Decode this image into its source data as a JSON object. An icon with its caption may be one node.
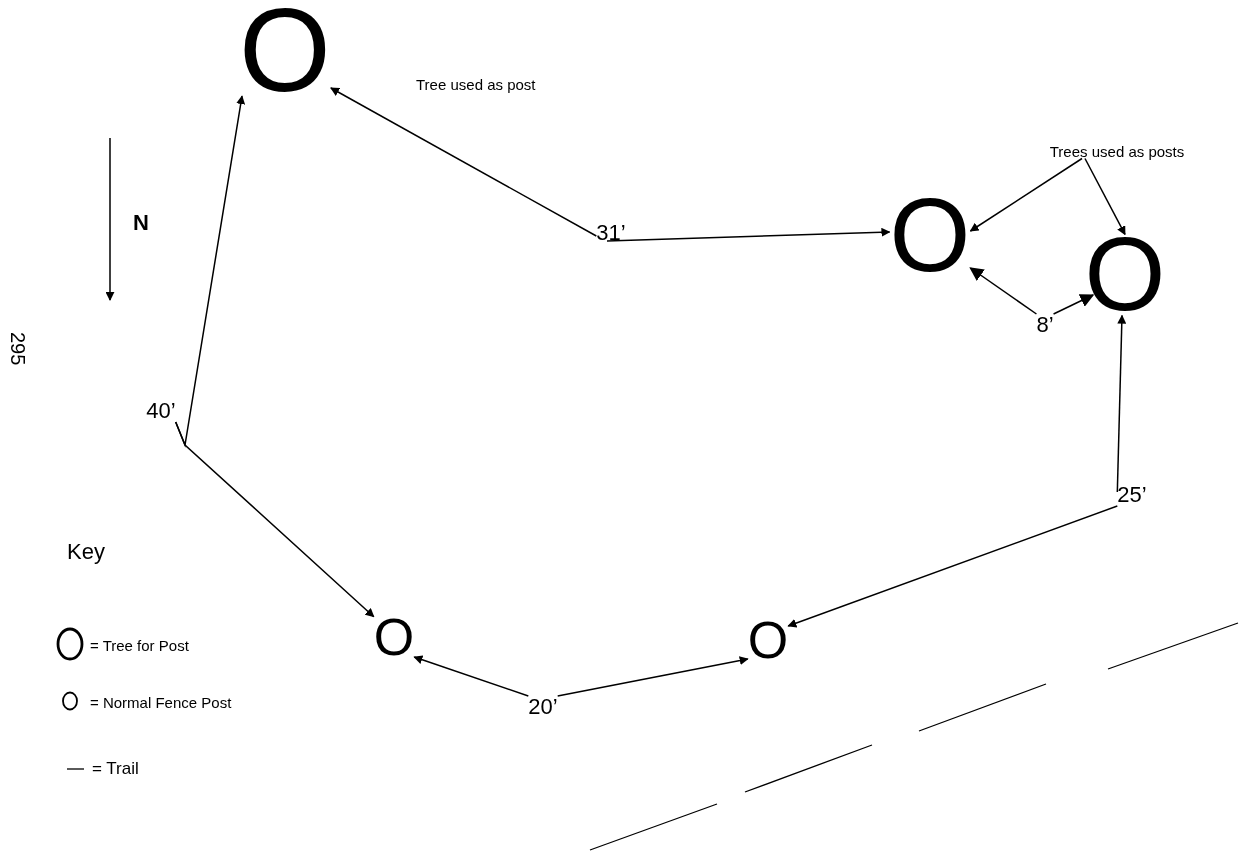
{
  "diagram": {
    "nodes": [
      {
        "text": [
          "O"
        ]
      },
      {
        "text": [
          "31’"
        ]
      },
      {
        "text": [
          "O"
        ]
      },
      {
        "text": [
          "Trees used as posts"
        ]
      },
      {
        "text": [
          "O"
        ]
      },
      {
        "text": [
          "8’"
        ]
      },
      {
        "text": [
          "40’"
        ]
      },
      {
        "text": [
          "25’"
        ]
      },
      {
        "text": [
          "O"
        ]
      },
      {
        "text": [
          "20’"
        ]
      },
      {
        "text": [
          "O"
        ]
      }
    ],
    "edges": [
      {
        "from": 1,
        "to": 0,
        "arrow": "to"
      },
      {
        "from": 1,
        "to": 2,
        "arrow": "to"
      },
      {
        "from": 3,
        "to": 2,
        "arrow": "to"
      },
      {
        "from": 3,
        "to": 4,
        "arrow": "to"
      },
      {
        "from": 5,
        "to": 2,
        "arrow": "to"
      },
      {
        "from": 5,
        "to": 4,
        "arrow": "to"
      },
      {
        "from": 6,
        "to": 0,
        "arrow": "to"
      },
      {
        "from": 6,
        "to": 8,
        "arrow": "to"
      },
      {
        "from": 7,
        "to": 4,
        "arrow": "to"
      },
      {
        "from": 7,
        "to": 10,
        "arrow": "to"
      },
      {
        "from": 9,
        "to": 8,
        "arrow": "to"
      },
      {
        "from": 9,
        "to": 10,
        "arrow": "to"
      }
    ],
    "labels": [
      "Tree used as post",
      "N",
      "295",
      "Key"
    ],
    "legend": [
      {
        "text": "= Tree for Post"
      },
      {
        "text": "= Normal Fence Post"
      },
      {
        "text": "= Trail"
      }
    ]
  }
}
